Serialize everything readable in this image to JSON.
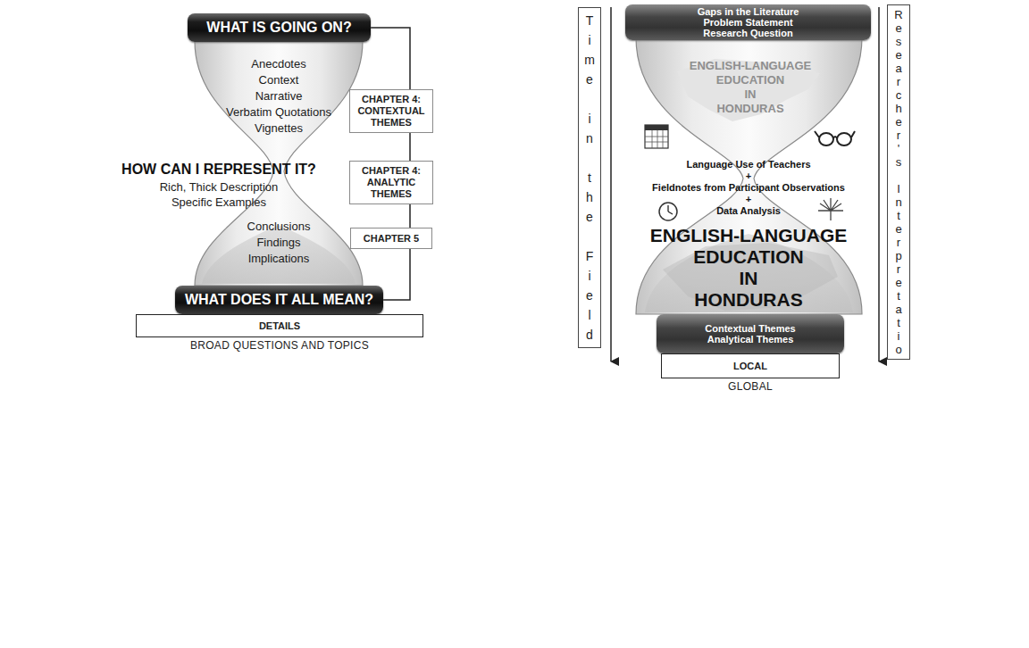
{
  "diagram": {
    "nodes": [
      {
        "text": [
          "WHAT IS GOING ON?"
        ]
      },
      {
        "text": [
          "CHAPTER 4: CONTEXTUAL THEMES"
        ]
      },
      {
        "text": [
          "CHAPTER 4: ANALYTIC THEMES"
        ]
      },
      {
        "text": [
          "CHAPTER 5"
        ]
      },
      {
        "text": [
          "WHAT DOES IT ALL MEAN?"
        ]
      },
      {
        "text": [
          "DETAILS",
          "BROAD QUESTIONS AND TOPICS"
        ]
      },
      {
        "text": [
          "Time in the Field"
        ]
      },
      {
        "text": [
          "Gaps in the Literature",
          "Problem Statement",
          "Research Question"
        ]
      },
      {
        "text": [
          "Researcher's Interpretatio"
        ]
      },
      {
        "text": [
          "Contextual Themes",
          "Analytical Themes"
        ]
      },
      {
        "text": [
          "LOCAL",
          "GLOBAL"
        ]
      }
    ],
    "edges": [
      {
        "from": 0,
        "to": 4,
        "arrow": "none"
      }
    ],
    "labels": [
      "Anecdotes",
      "Context",
      "Narrative",
      "Verbatim Quotations",
      "Vignettes",
      "HOW CAN I REPRESENT IT?",
      "Rich, Thick Description",
      "Specific Examples",
      "Conclusions",
      "Findings",
      "Implications",
      "ENGLISH-LANGUAGE EDUCATION IN HONDURAS",
      "Language Use of Teachers",
      "+",
      "Fieldnotes from Participant Observations",
      "+",
      "Data Analysis",
      "ENGLISH-LANGUAGE EDUCATION IN HONDURAS"
    ]
  }
}
